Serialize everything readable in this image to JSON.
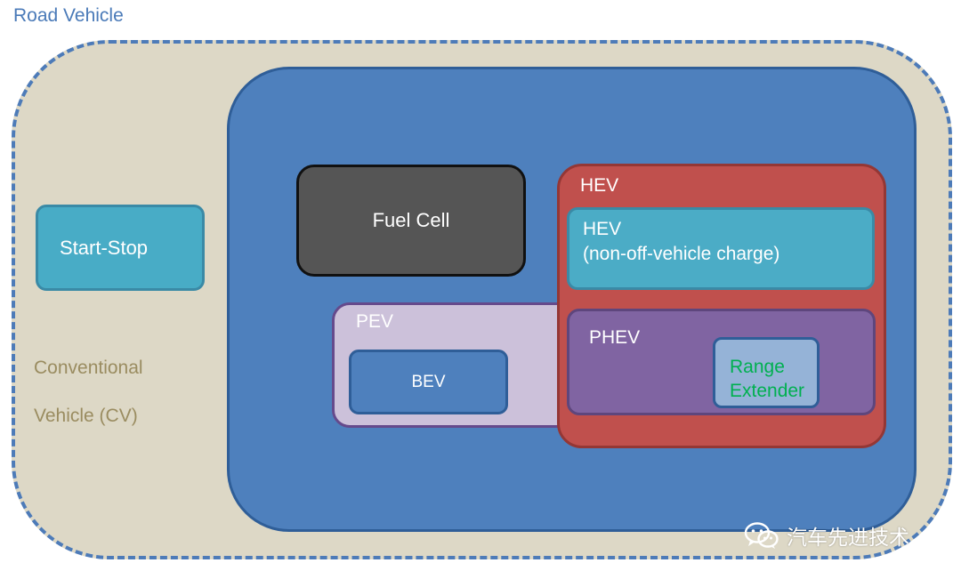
{
  "diagram": {
    "outer": {
      "title": "Road Vehicle"
    },
    "conventional": {
      "label_line1": "Conventional",
      "label_line2": "Vehicle (CV)",
      "start_stop": "Start-Stop"
    },
    "fuel_cell": "Fuel Cell",
    "pev": {
      "label": "PEV",
      "bev": "BEV"
    },
    "hev": {
      "label": "HEV",
      "non_off": {
        "line1": "HEV",
        "line2": "(non-off-vehicle charge)"
      },
      "phev": {
        "label": "PHEV",
        "range_extender_line1": "Range",
        "range_extender_line2": "Extender"
      }
    }
  },
  "watermark": {
    "text": "汽车先进技术",
    "icon": "wechat-icon"
  },
  "colors": {
    "outer_fill": "#ddd8c6",
    "outer_border": "#4d7bb8",
    "electrified_fill": "#4e80bd",
    "fuel_cell_fill": "#555555",
    "hev_fill": "#c0504d",
    "teal_fill": "#4bacc6",
    "phev_fill": "#8064a2",
    "pev_fill": "#ccc1da",
    "range_extender_fill": "#95b3d7",
    "range_extender_text": "#00b050"
  }
}
